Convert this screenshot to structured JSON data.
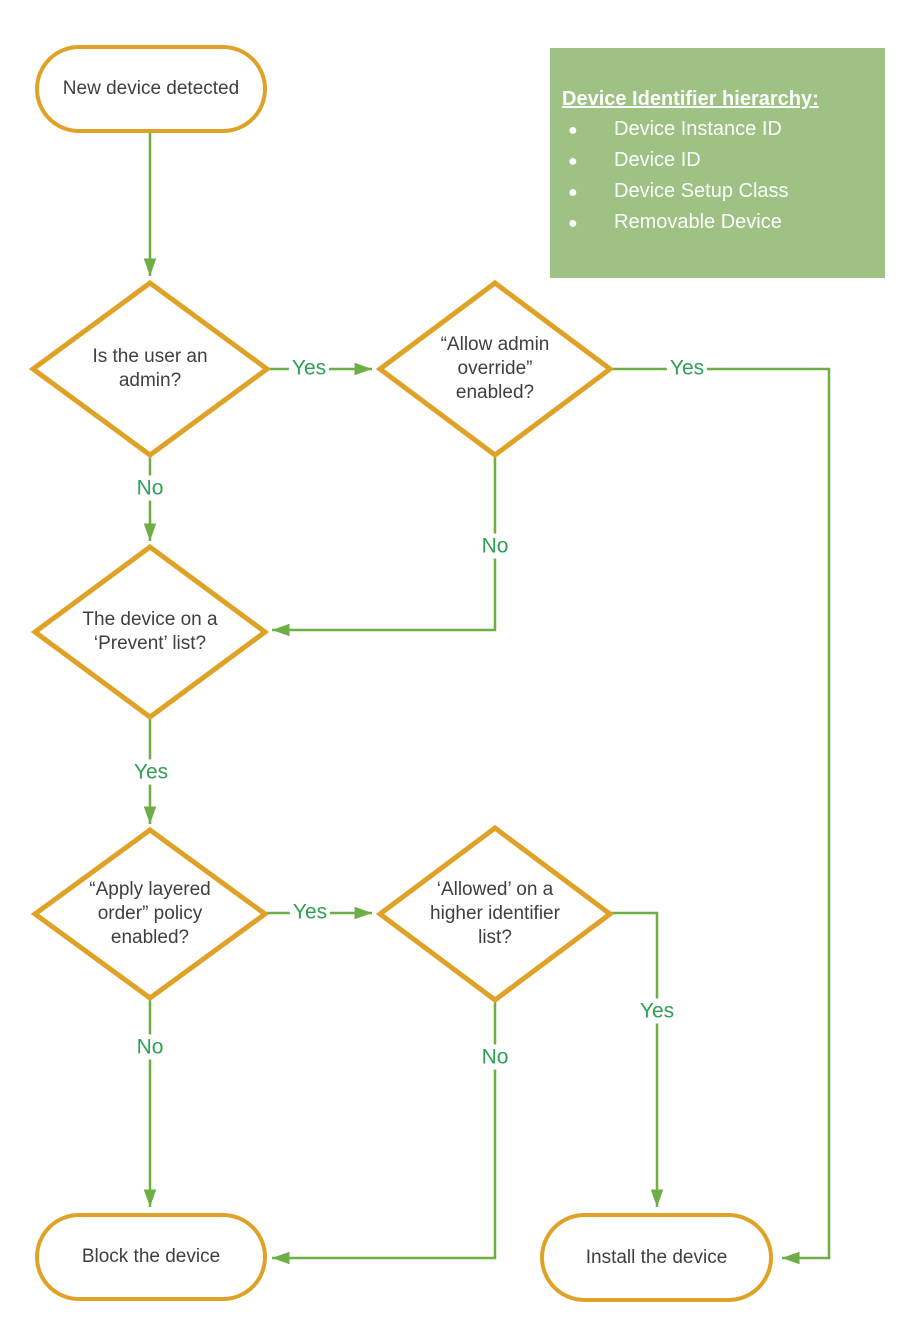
{
  "flowchart": {
    "nodes": {
      "start": {
        "label": "New device detected"
      },
      "admin": {
        "label": "Is the user an admin?"
      },
      "override": {
        "label": "“Allow admin override” enabled?"
      },
      "prevent": {
        "label": "The device on a ‘Prevent’ list?"
      },
      "layered": {
        "label": "“Apply layered order” policy enabled?"
      },
      "allowed": {
        "label": "‘Allowed’ on a higher identifier list?"
      },
      "block": {
        "label": "Block the device"
      },
      "install": {
        "label": "Install the device"
      }
    },
    "edge_labels": {
      "admin_yes": "Yes",
      "admin_no": "No",
      "override_yes": "Yes",
      "override_no": "No",
      "prevent_yes": "Yes",
      "layered_yes": "Yes",
      "layered_no": "No",
      "allowed_yes": "Yes",
      "allowed_no": "No"
    },
    "legend": {
      "title": "Device Identifier hierarchy:",
      "bullet": "●",
      "items": [
        "Device Instance ID",
        "Device ID",
        "Device Setup Class",
        "Removable Device"
      ]
    },
    "colors": {
      "shape_border": "#E0A226",
      "connector_green": "#6FAD45",
      "edge_label_green": "#2EA155",
      "node_text_gray": "#3F3F3F",
      "legend_background": "#9DC284",
      "legend_text": "#FFFFFF"
    }
  }
}
